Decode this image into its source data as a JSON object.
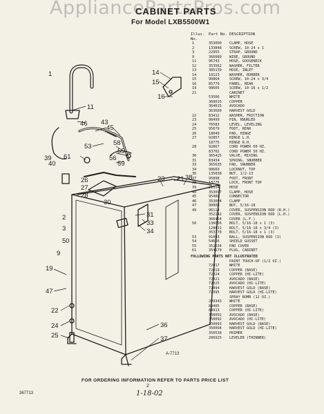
{
  "watermark": "AppliancePartsPros.com",
  "title": "CABINET PARTS",
  "model": "For Model LXB5500W1",
  "parts_header": {
    "col1": "Illus. No.",
    "col2": "Part No.",
    "col3": "DESCRIPTION"
  },
  "parts": [
    {
      "n": "1",
      "p": "353090",
      "d": "CLAMP, HOSE"
    },
    {
      "n": "2",
      "p": "133848",
      "d": "SCREW, 10-24 x 1"
    },
    {
      "n": "3",
      "p": "22955",
      "d": "STRAP, GROUND"
    },
    {
      "n": "9",
      "p": "366089",
      "d": "WIRE, GROUND"
    },
    {
      "n": "11",
      "p": "96743",
      "d": "HOSE, GOOSENECK"
    },
    {
      "n": "12",
      "p": "353562",
      "d": "WASHER, FILTER"
    },
    {
      "n": "13",
      "p": "385139",
      "d": "HOSE, INLET"
    },
    {
      "n": "14",
      "p": "18123",
      "d": "WASHER, RUBBER"
    },
    {
      "n": "15",
      "p": "90864",
      "d": "SCREW, 10-24 x 3/4"
    },
    {
      "n": "16",
      "p": "85779",
      "d": "PANEL, REAR"
    },
    {
      "n": "19",
      "p": "98605",
      "d": "SCREW, 10-16 x 1/2"
    },
    {
      "n": "21",
      "p": "",
      "d": "CABINET"
    },
    {
      "n": "",
      "p": "53566",
      "d": "WHITE"
    },
    {
      "n": "",
      "p": "360015",
      "d": "COPPER"
    },
    {
      "n": "",
      "p": "364015",
      "d": "AVOCADO"
    },
    {
      "n": "",
      "p": "363600",
      "d": "HARVEST GOLD"
    },
    {
      "n": "22",
      "p": "83412",
      "d": "WASHER, FRICTION"
    },
    {
      "n": "23",
      "p": "98499",
      "d": "PIN, KNURLED"
    },
    {
      "n": "24",
      "p": "76583",
      "d": "LEVEL, LEVELING"
    },
    {
      "n": "25",
      "p": "95679",
      "p2": "",
      "d": "FOOT, REAR"
    },
    {
      "n": "26",
      "p": "18049",
      "d": "PAD, HINGE"
    },
    {
      "n": "27",
      "p": "92857",
      "d": "HINGE L.H."
    },
    {
      "n": "",
      "p": "18775",
      "d": "HINGE R.H."
    },
    {
      "n": "28",
      "p": "92867",
      "d": "CORD POWER 60 HZ."
    },
    {
      "n": "",
      "p": "83702",
      "d": "CORD POWER 50 HZ."
    },
    {
      "n": "30",
      "p": "365425",
      "d": "VALVE, MIXING"
    },
    {
      "n": "31",
      "p": "83434",
      "d": "SPRING, SNUBBER"
    },
    {
      "n": "33",
      "p": "365635",
      "d": "PAD, SNUBBER"
    },
    {
      "n": "34",
      "p": "98669",
      "d": "LOCKNUT, TOP"
    },
    {
      "n": "36",
      "p": "135838",
      "d": "NUT, 1/2-13"
    },
    {
      "n": "37",
      "p": "95898",
      "d": "FOOT, FRONT"
    },
    {
      "n": "38",
      "p": "18776",
      "d": "LOCK, FRONT TOP"
    },
    {
      "n": "39",
      "p": "21114",
      "d": "HOSE"
    },
    {
      "n": "40",
      "p": "353097",
      "d": "CLAMP, HOSE"
    },
    {
      "n": "45",
      "p": "95480",
      "d": "CONNECTOR"
    },
    {
      "n": "46",
      "p": "353094",
      "d": "CLAMP"
    },
    {
      "n": "47",
      "p": "90808",
      "d": "NUT, 5/16-18"
    },
    {
      "n": "49",
      "p": "96114",
      "d": "COVER, SUSPENSION ROD (R.H.)"
    },
    {
      "n": "",
      "p": "352142",
      "d": "COVER, SUSPENSION ROD (L.H.)"
    },
    {
      "n": "",
      "p": "366454",
      "d": "COVER (L.F.)"
    },
    {
      "n": "50",
      "p": "136056",
      "d": "BOLT, 5/16-18 x 1 (3)"
    },
    {
      "n": "",
      "p": "128611",
      "d": "BOLT, 5/16-18 x 3/4 (3)"
    },
    {
      "n": "",
      "p": "353770",
      "d": "BOLT, 5/16-18 x 1 (3)"
    },
    {
      "n": "53",
      "p": "91093",
      "d": "BALL, SUSPENSION ROD (3)"
    },
    {
      "n": "54",
      "p": "54656",
      "d": "SHIELD GUSSET"
    },
    {
      "n": "55",
      "p": "352634",
      "d": "PAD COVER"
    },
    {
      "n": "61",
      "p": "354179",
      "d": "PLUG, CABINET"
    }
  ],
  "not_illustrated_header": "FOLLOWING PARTS NOT ILLUSTRATED",
  "not_illustrated": [
    {
      "p": "",
      "d": "PAINT TOUCH-UP (1/2 OZ.)"
    },
    {
      "p": "72017",
      "d": "WHITE"
    },
    {
      "p": "72019",
      "d": "COPPER (BASE)"
    },
    {
      "p": "72024",
      "d": "COPPER (HI-LITE)"
    },
    {
      "p": "72021",
      "d": "AVOCADO (BASE)"
    },
    {
      "p": "72025",
      "d": "AVOCADO (HI-LITE)"
    },
    {
      "p": "72094",
      "d": "HARVEST GOLD (BASE)"
    },
    {
      "p": "72095",
      "d": "HARVEST GOLD (HI-LITE)"
    },
    {
      "p": "",
      "d": "SPRAY BOMB (12 OZ.)"
    },
    {
      "p": "299343",
      "d": "WHITE"
    },
    {
      "p": "89405",
      "d": "COPPER (BASE)"
    },
    {
      "p": "89913",
      "d": "COPPER (HI-LITE)"
    },
    {
      "p": "350091",
      "d": "AVOCADO (BASE)"
    },
    {
      "p": "350092",
      "d": "AVOCADO (HI-LITE)"
    },
    {
      "p": "350093",
      "d": "HARVEST GOLD (BASE)"
    },
    {
      "p": "350094",
      "d": "HARVEST GOLD (HI-LITE)"
    },
    {
      "p": "350538",
      "d": "PRIMER"
    },
    {
      "p": "206925",
      "d": "LEVELER (THINNER)"
    }
  ],
  "callouts": [
    "1",
    "11",
    "46",
    "43",
    "45",
    "53",
    "61",
    "58",
    "26",
    "27",
    "28",
    "30",
    "55",
    "59",
    "14",
    "15",
    "16",
    "56",
    "23",
    "21",
    "38",
    "31",
    "33",
    "34",
    "2",
    "3",
    "50",
    "39",
    "9",
    "19",
    "40",
    "47",
    "22",
    "24",
    "25",
    "36",
    "37"
  ],
  "diagram_code": "A-7713",
  "footer_note": "FOR ORDERING INFORMATION REFER TO PARTS PRICE LIST",
  "doc_number": "367713",
  "page_number": "2",
  "handwritten": "1-18-02"
}
